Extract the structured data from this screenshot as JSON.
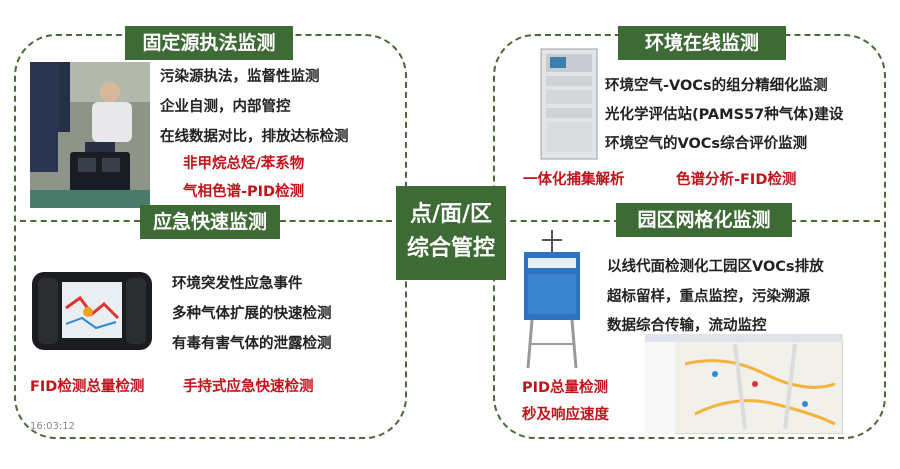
{
  "center": {
    "line1": "点/面/区",
    "line2": "综合管控"
  },
  "fixed_source": {
    "title": "固定源执法监测",
    "lines": [
      "污染源执法，监督性监测",
      "企业自测，内部管控",
      "在线数据对比，排放达标检测"
    ],
    "red_lines": [
      "非甲烷总烃/苯系物",
      "气相色谱-PID检测"
    ]
  },
  "emergency": {
    "title": "应急快速监测",
    "lines": [
      "环境突发性应急事件",
      "多种气体扩展的快速检测",
      "有毒有害气体的泄露检测"
    ],
    "red_left": "FID检测总量检测",
    "red_right": "手持式应急快速检测"
  },
  "online": {
    "title": "环境在线监测",
    "lines": [
      "环境空气-VOCs的组分精细化监测",
      "光化学评估站(PAMS57种气体)建设",
      "环境空气的VOCs综合评价监测"
    ],
    "red_left": "一体化捕集解析",
    "red_right": "色谱分析-FID检测"
  },
  "park": {
    "title": "园区网格化监测",
    "lines": [
      "以线代面检测化工园区VOCs排放",
      "超标留样，重点监控，污染溯源",
      "数据综合传输，流动监控"
    ],
    "red_lines": [
      "PID总量检测",
      "秒及响应速度"
    ]
  },
  "timestamp": "16:03:12",
  "colors": {
    "header_green": "#3e6b35",
    "red_text": "#c0141b",
    "border": "#4a6a3a"
  }
}
